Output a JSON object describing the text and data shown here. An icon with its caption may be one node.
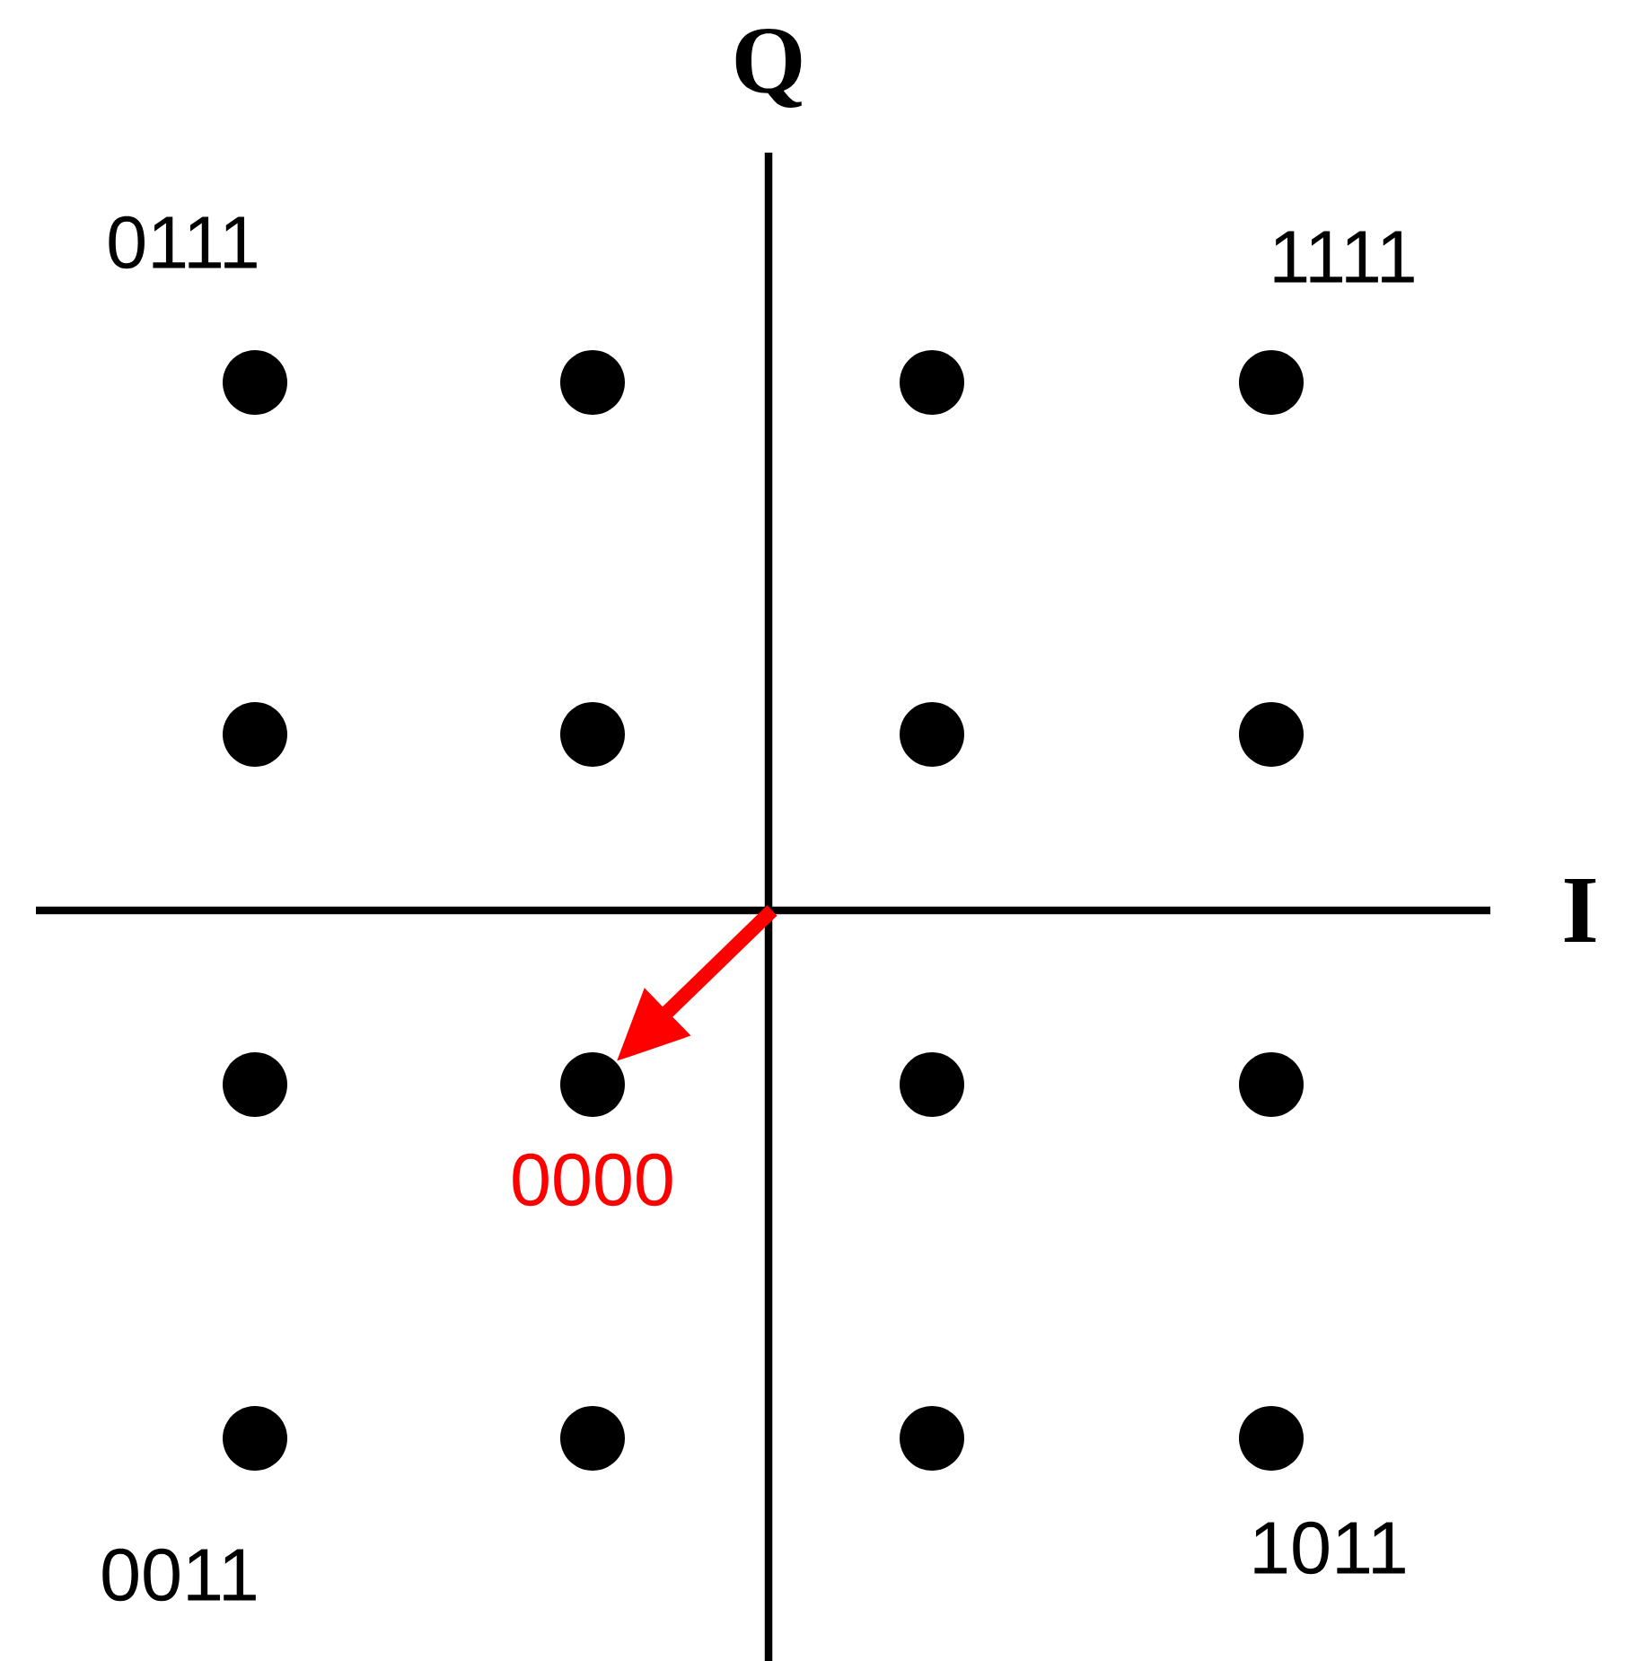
{
  "diagram": {
    "nodes": [
      {
        "text": [],
        "shape": "circle",
        "beside": [
          "0111"
        ]
      },
      {
        "text": [],
        "shape": "circle"
      },
      {
        "text": [],
        "shape": "circle"
      },
      {
        "text": [],
        "shape": "circle",
        "beside": [
          "1111"
        ]
      },
      {
        "text": [],
        "shape": "circle"
      },
      {
        "text": [],
        "shape": "circle"
      },
      {
        "text": [],
        "shape": "circle"
      },
      {
        "text": [],
        "shape": "circle"
      },
      {
        "text": [],
        "shape": "circle"
      },
      {
        "text": [],
        "shape": "circle",
        "beside": [
          "0000"
        ]
      },
      {
        "text": [],
        "shape": "circle"
      },
      {
        "text": [],
        "shape": "circle"
      },
      {
        "text": [],
        "shape": "circle",
        "beside": [
          "0011"
        ]
      },
      {
        "text": [],
        "shape": "circle"
      },
      {
        "text": [],
        "shape": "circle"
      },
      {
        "text": [],
        "shape": "circle",
        "beside": [
          "1011"
        ]
      }
    ],
    "edges": [
      {
        "from": null,
        "to": 9,
        "arrow": "to",
        "color": "#ff0000"
      }
    ],
    "labels": [
      "Q",
      "I"
    ]
  }
}
